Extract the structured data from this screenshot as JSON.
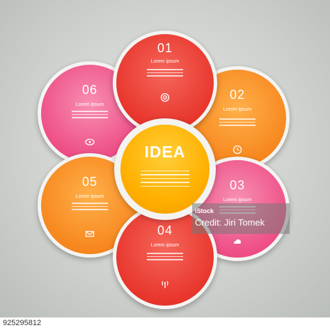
{
  "diagram": {
    "center": {
      "title": "IDEA"
    },
    "petals": [
      {
        "number": "01",
        "label": "Lorem ipsum",
        "icon": "target-icon",
        "color": "#e8362d"
      },
      {
        "number": "02",
        "label": "Lorem ipsum",
        "icon": "clock-icon",
        "color": "#f5851e"
      },
      {
        "number": "03",
        "label": "Lorem ipsum",
        "icon": "cloud-icon",
        "color": "#ef4d8c"
      },
      {
        "number": "04",
        "label": "Lorem ipsum",
        "icon": "antenna-icon",
        "color": "#e8362d"
      },
      {
        "number": "05",
        "label": "Lorem ipsum",
        "icon": "mail-icon",
        "color": "#f5851e"
      },
      {
        "number": "06",
        "label": "Lorem ipsum",
        "icon": "truck-icon",
        "color": "#ef4d8c"
      }
    ]
  },
  "watermark": {
    "logo": "iStock",
    "credit": "Credit: Jiri Tomek"
  },
  "stock_id": "925295812"
}
